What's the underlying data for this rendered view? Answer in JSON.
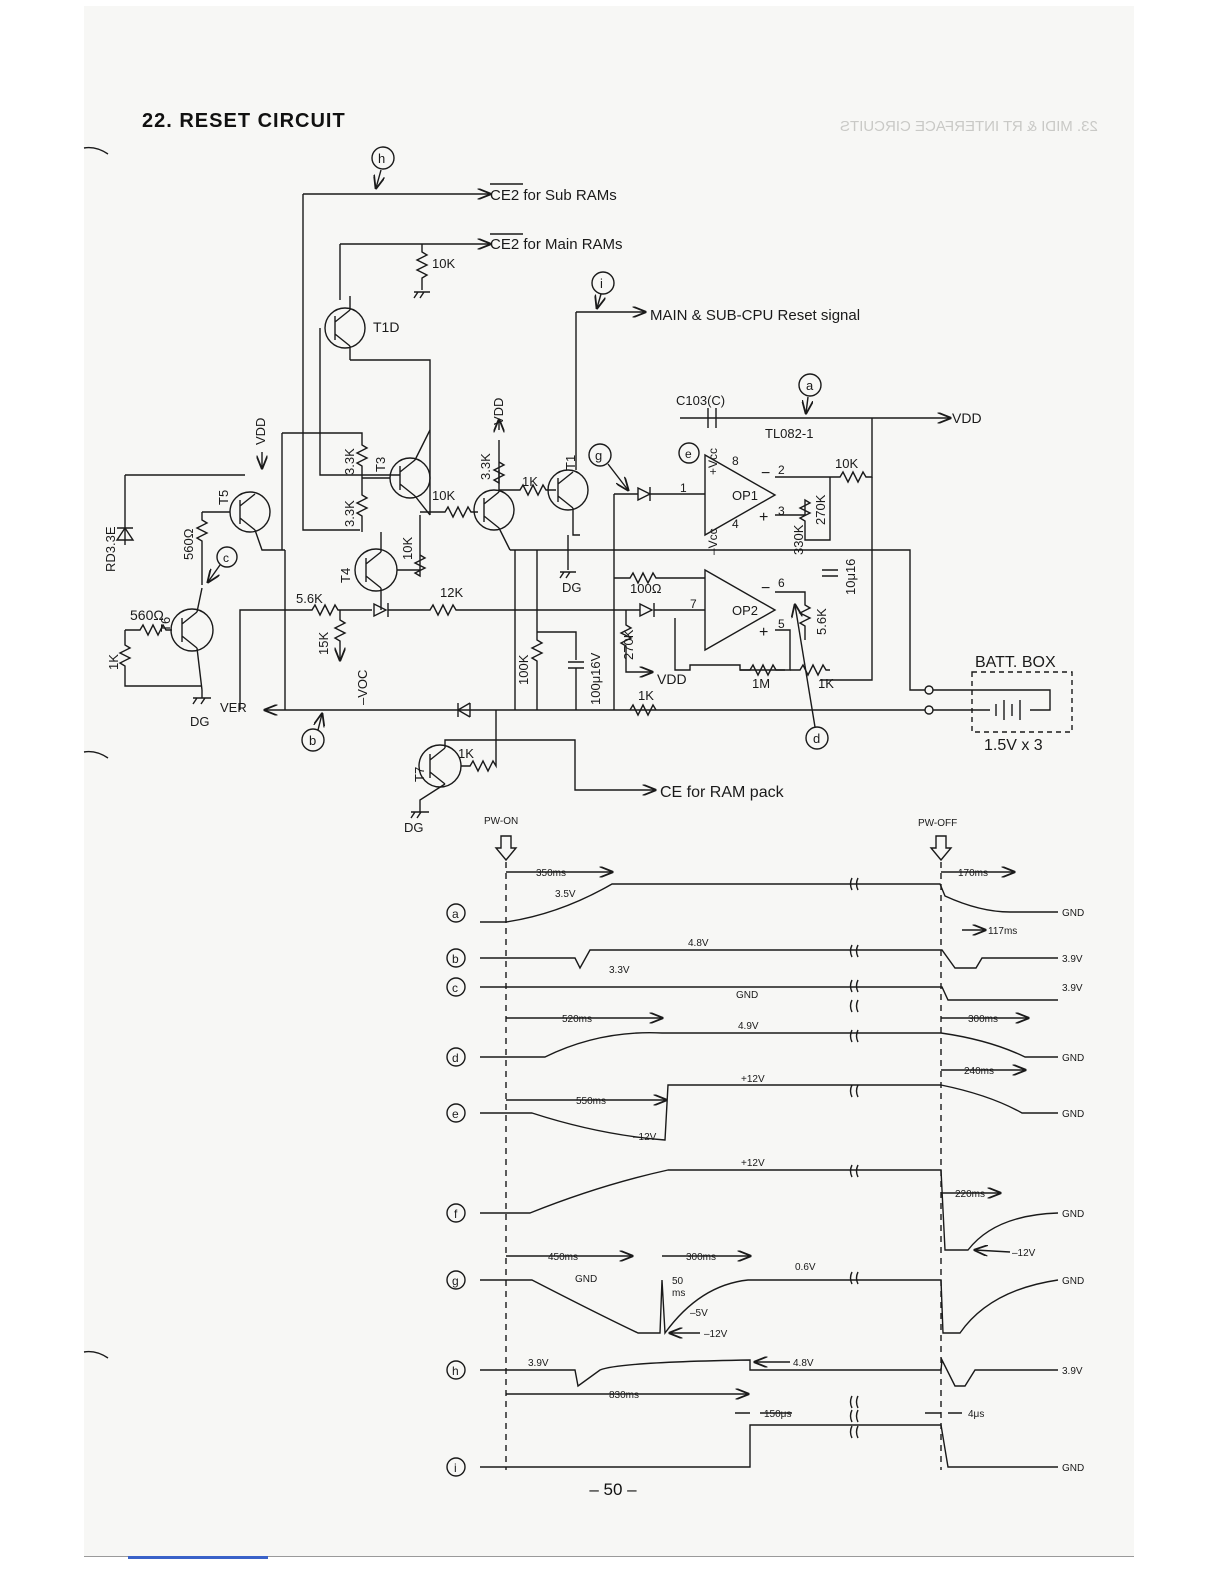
{
  "page": {
    "title": "22.  RESET  CIRCUIT",
    "page_number": "– 50 –",
    "bleed_through_heading": "23. MIDI & RT INTERFACE CIRCUITS"
  },
  "schematic": {
    "outputs": {
      "ce2_sub": "CE2 for Sub RAMs",
      "ce2_main": "CE2 for Main RAMs",
      "reset": "MAIN & SUB-CPU Reset signal",
      "vdd_out": "VDD",
      "ce_ram_pack": "CE for RAM pack"
    },
    "transistors": [
      "T1D",
      "T1",
      "T3",
      "T4",
      "T5",
      "T6",
      "T7"
    ],
    "opamps": {
      "ic": "TL082-1",
      "op1": "OP1",
      "op2": "OP2"
    },
    "capacitors": {
      "c103": "C103(C)",
      "c1016": "10μ16",
      "c100": "100μ16V"
    },
    "resistors": {
      "r10k_top": "10K",
      "r3k3_a": "3.3K",
      "r3k3_b": "3.3K",
      "r3k3_c": "3.3K",
      "r10k_mid": "10K",
      "r10k_t4": "10K",
      "r1k_t1": "1K",
      "r560_a": "560Ω",
      "r560_b": "560Ω",
      "r1k_left": "1K",
      "r5k6": "5.6K",
      "r15k": "15K",
      "r12k": "12K",
      "r100k": "100K",
      "r270k_a": "270K",
      "r100ohm": "100Ω",
      "r330k": "330K",
      "r270k_b": "270K",
      "r10k_fb": "10K",
      "r5k6_b": "5.6K",
      "r1m": "1M",
      "r1k_b": "1K",
      "r1k_batt": "1K",
      "r1k_t7": "1K"
    },
    "labels": {
      "rd33e": "RD3.3E",
      "vdd": "VDD",
      "voc": "–VOC",
      "ver": "VER",
      "dg": "DG",
      "batt_box": "BATT. BOX",
      "batt_spec": "1.5V x 3",
      "plus_vcc": "+Vcc",
      "minus_vcc": "–Vcc",
      "pin1": "1",
      "pin2": "2",
      "pin3": "3",
      "pin4": "4",
      "pin5": "5",
      "pin6": "6",
      "pin7": "7",
      "pin8": "8"
    },
    "probe_points": [
      "a",
      "b",
      "c",
      "d",
      "e",
      "f",
      "g",
      "h",
      "i"
    ]
  },
  "timing": {
    "markers": {
      "power_on": "PW-ON",
      "power_off": "PW-OFF"
    },
    "annotations": {
      "t350": "350ms",
      "t170": "170ms",
      "v35": "3.5V",
      "t117": "117ms",
      "v48_b": "4.8V",
      "v33": "3.3V",
      "gnd_c": "GND",
      "t520": "520ms",
      "v49": "4.9V",
      "t300_d": "300ms",
      "t240": "240ms",
      "v12_e": "+12V",
      "t550": "550ms",
      "vm12_e": "–12V",
      "v12_f": "+12V",
      "t220": "220ms",
      "vm12_f": "–12V",
      "t450": "450ms",
      "gnd_g": "GND",
      "t300_g": "300ms",
      "t50": "50",
      "ms": "ms",
      "v06": "0.6V",
      "vm5": "–5V",
      "vm12_g": "–12V",
      "v39_h": "3.9V",
      "v48_h": "4.8V",
      "t830": "830ms",
      "t150": "150μs",
      "t4": "4μs"
    },
    "right_labels": {
      "a": "GND",
      "b": "3.9V",
      "c": "3.9V",
      "d": "GND",
      "e": "GND",
      "f": "GND",
      "g": "GND",
      "h": "3.9V",
      "i": "GND"
    }
  }
}
